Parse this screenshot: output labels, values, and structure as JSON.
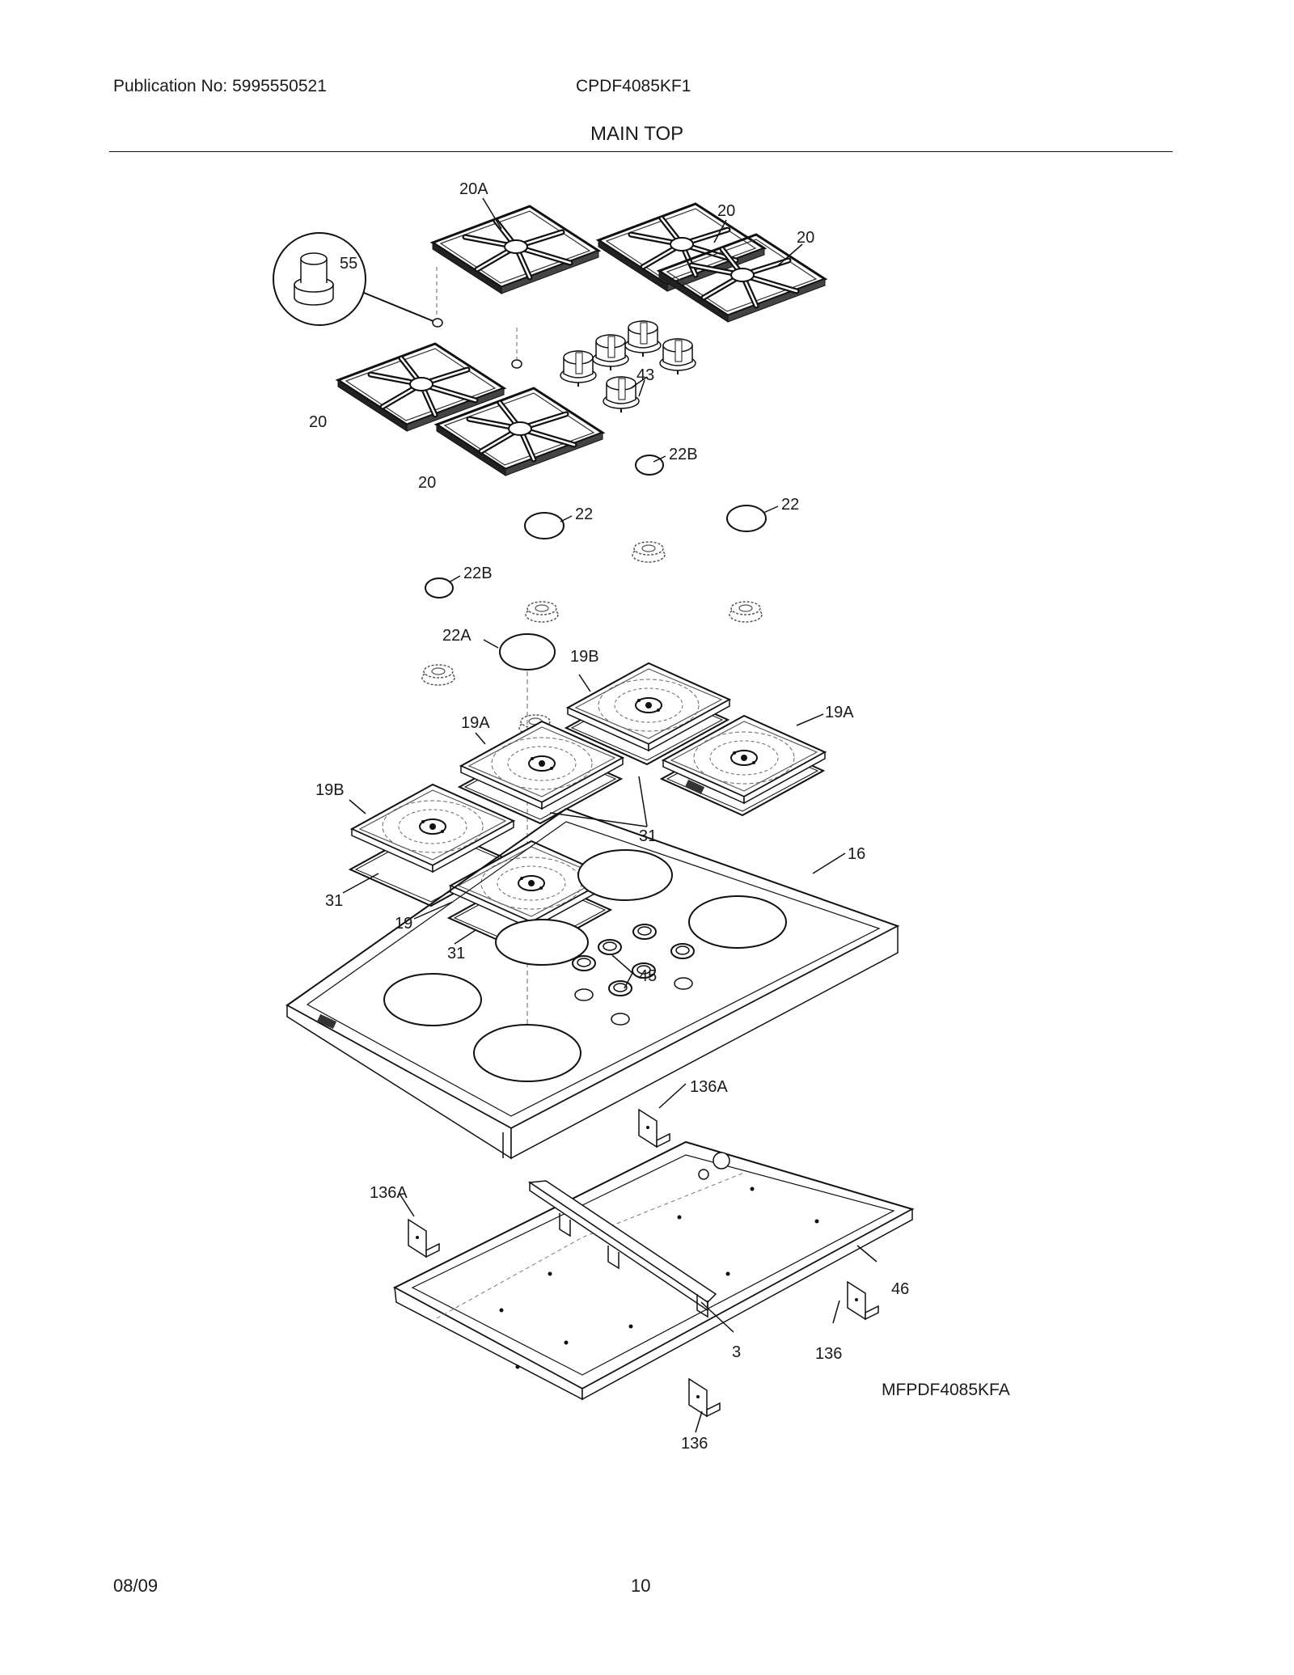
{
  "header": {
    "publication": "Publication No: 5995550521",
    "model": "CPDF4085KF1",
    "section": "MAIN TOP"
  },
  "footer": {
    "date": "08/09",
    "page": "10"
  },
  "diagram": {
    "figure_code": "MFPDF4085KFA",
    "callouts": {
      "grate_20a": "20A",
      "grate_20_tr1": "20",
      "grate_20_tr2": "20",
      "grate_20_l1": "20",
      "grate_20_l2": "20",
      "foot_55": "55",
      "knobs_43": "43",
      "cap_22b_top": "22B",
      "cap_22_mid": "22",
      "cap_22_right": "22",
      "cap_22b_left": "22B",
      "cap_22a": "22A",
      "pan_19b_top": "19B",
      "pan_19a_center": "19A",
      "pan_19a_right": "19A",
      "pan_19b_left": "19B",
      "gasket_31_center": "31",
      "gasket_31_left": "31",
      "pan_19": "19",
      "gasket_31_bottom": "31",
      "top_16": "16",
      "grommets_45": "45",
      "bracket_136a_right": "136A",
      "bracket_136a_left": "136A",
      "pan_46": "46",
      "rail_3": "3",
      "bracket_136_right": "136",
      "bracket_136_bottom": "136"
    }
  }
}
